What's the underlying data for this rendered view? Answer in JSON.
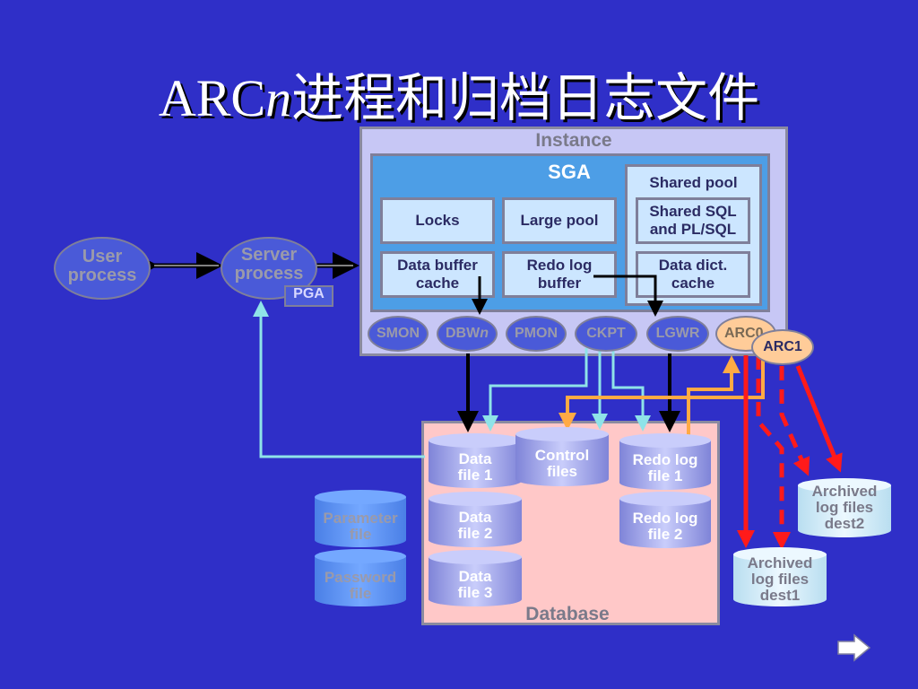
{
  "title": {
    "prefix": "ARC",
    "italic": "n",
    "suffix": "进程和归档日志文件"
  },
  "instance": {
    "label": "Instance"
  },
  "sga": {
    "label": "SGA",
    "locks": "Locks",
    "large_pool": "Large pool",
    "data_buffer_cache": "Data buffer\ncache",
    "redo_log_buffer": "Redo log\nbuffer"
  },
  "shared_pool": {
    "label": "Shared pool",
    "shared_sql": "Shared SQL\nand PL/SQL",
    "data_dict": "Data dict.\ncache"
  },
  "processes": {
    "smon": "SMON",
    "dbwn_prefix": "DBW",
    "dbwn_italic": "n",
    "pmon": "PMON",
    "ckpt": "CKPT",
    "lgwr": "LGWR",
    "arc0": "ARC0",
    "arc1": "ARC1"
  },
  "user_process": "User\nprocess",
  "server_process": "Server\nprocess",
  "pga": "PGA",
  "database": {
    "label": "Database",
    "data_file_1": "Data\nfile 1",
    "data_file_2": "Data\nfile 2",
    "data_file_3": "Data\nfile 3",
    "control_files": "Control\nfiles",
    "redo_log_1": "Redo log\nfile 1",
    "redo_log_2": "Redo log\nfile 2"
  },
  "parameter_file": "Parameter\nfile",
  "password_file": "Password\nfile",
  "archived_dest2": "Archived\nlog files\ndest2",
  "archived_dest1": "Archived\nlog files\ndest1",
  "colors": {
    "background": "#2f2fc8",
    "instance": "#c7c7f5",
    "sga": "#4d9ee6",
    "cell": "#cce6ff",
    "database": "#ffc8c8",
    "arc": "#ffcc99",
    "archive_arrow": "#ff1a1a",
    "arc_link": "#ffaa44",
    "ckpt_link": "#8fe3e8"
  },
  "icons": {
    "next": "right-arrow-icon"
  }
}
